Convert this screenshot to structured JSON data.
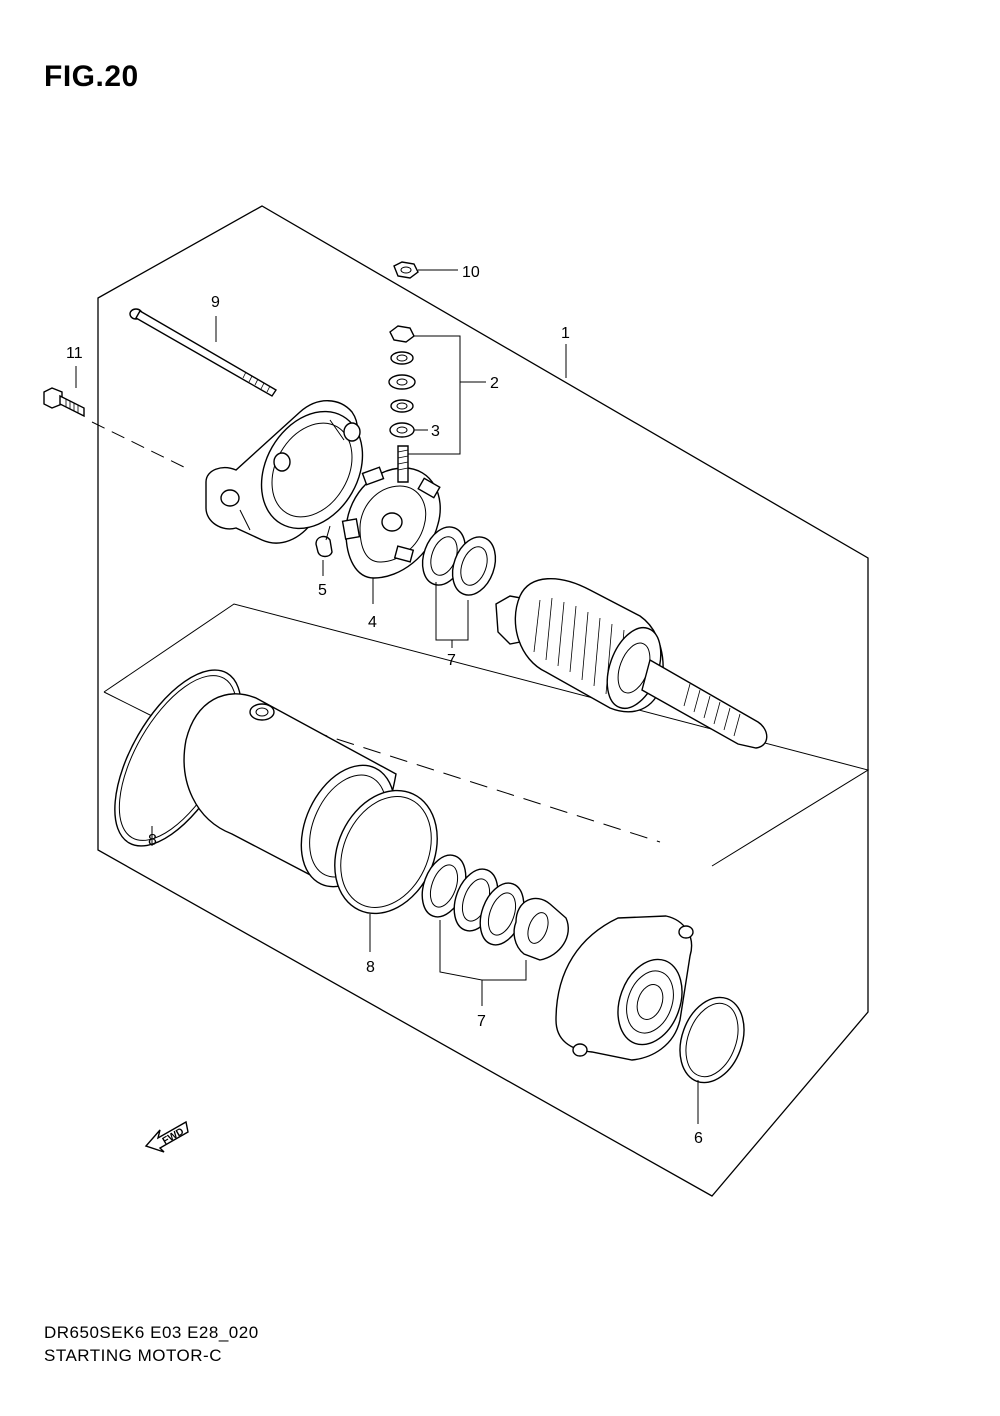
{
  "figure": {
    "title": "FIG.20",
    "code": "DR650SEK6 E03 E28_020",
    "name": "STARTING MOTOR-C"
  },
  "callouts": [
    "1",
    "2",
    "3",
    "4",
    "5",
    "6",
    "7",
    "7",
    "8",
    "8",
    "9",
    "10",
    "11"
  ],
  "fwd_label": "FWD"
}
